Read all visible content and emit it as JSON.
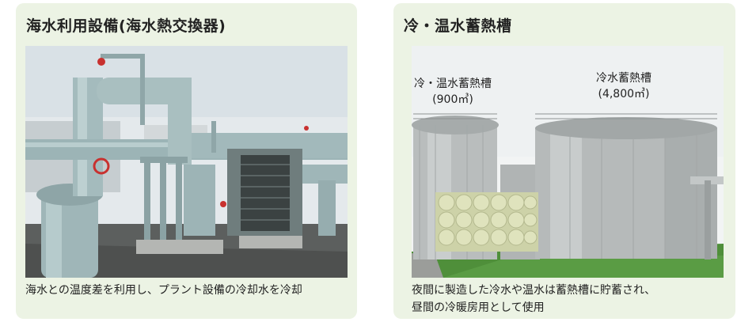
{
  "left_panel": {
    "title": "海水利用設備(海水熱交換器)",
    "caption": "海水との温度差を利用し、プラント設備の冷却水を冷却"
  },
  "right_panel": {
    "title": "冷・温水蓄熱槽",
    "tank_small": {
      "name": "冷・温水蓄熱槽",
      "capacity": "(900㎥)"
    },
    "tank_large": {
      "name": "冷水蓄熱槽",
      "capacity": "(4,800㎥)"
    },
    "caption_line1": "夜間に製造した冷水や温水は蓄熱槽に貯蓄され、",
    "caption_line2": "昼間の冷暖房用として使用"
  },
  "colors": {
    "card_background": "#ecf3e4",
    "pipe": "#a9bfc0",
    "grass": "#4f8f3a"
  }
}
